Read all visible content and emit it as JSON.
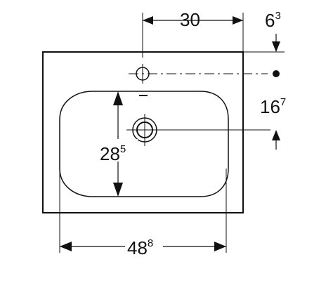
{
  "dimensions": {
    "hole_spacing": {
      "main": "30",
      "sup": ""
    },
    "hole_offset_top": {
      "main": "6",
      "sup": "3"
    },
    "drain_offset": {
      "main": "16",
      "sup": "7"
    },
    "bowl_depth": {
      "main": "28",
      "sup": "5"
    },
    "bowl_width": {
      "main": "48",
      "sup": "8"
    }
  },
  "colors": {
    "stroke": "#111111",
    "background": "#ffffff"
  }
}
